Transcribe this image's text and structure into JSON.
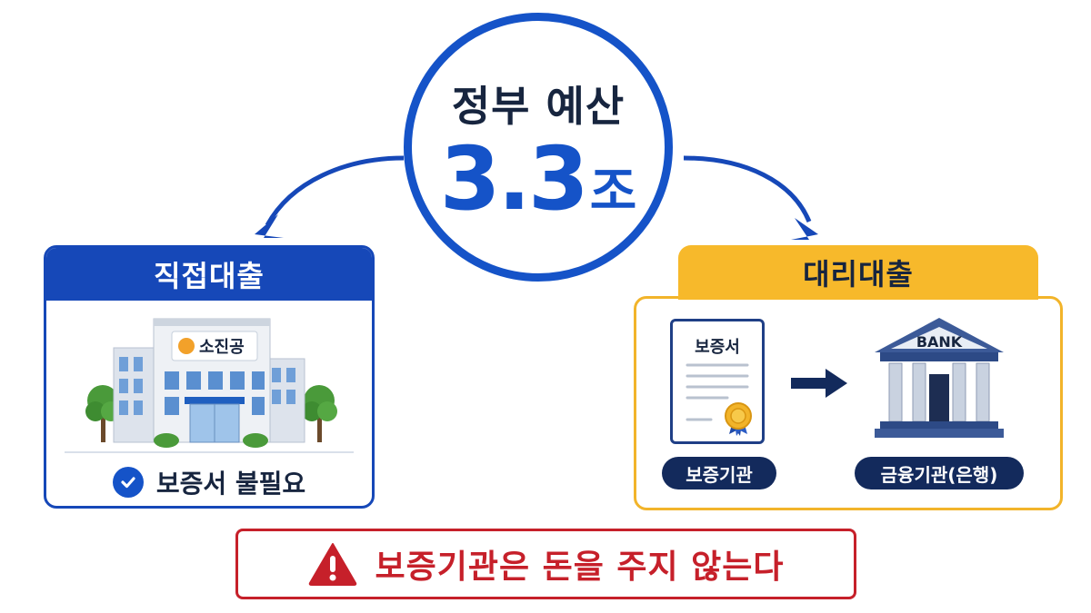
{
  "budget": {
    "title": "정부 예산",
    "amount": "3.3",
    "unit": "조"
  },
  "direct_loan": {
    "title": "직접대출",
    "agency_sign": "소진공",
    "note": "보증서 불필요"
  },
  "agency_loan": {
    "title": "대리대출",
    "certificate_label": "보증서",
    "guarantor_label": "보증기관",
    "bank_sign": "BANK",
    "bank_label": "금융기관(은행)"
  },
  "warning": {
    "text": "보증기관은 돈을 주지 않는다"
  },
  "colors": {
    "primary_blue": "#1553c8",
    "navy": "#132a5c",
    "accent_yellow": "#f7b92b",
    "warning_red": "#c6202a"
  },
  "icons": [
    "building-icon",
    "check-icon",
    "certificate-icon",
    "seal-icon",
    "arrow-right-icon",
    "bank-icon",
    "warning-icon"
  ]
}
